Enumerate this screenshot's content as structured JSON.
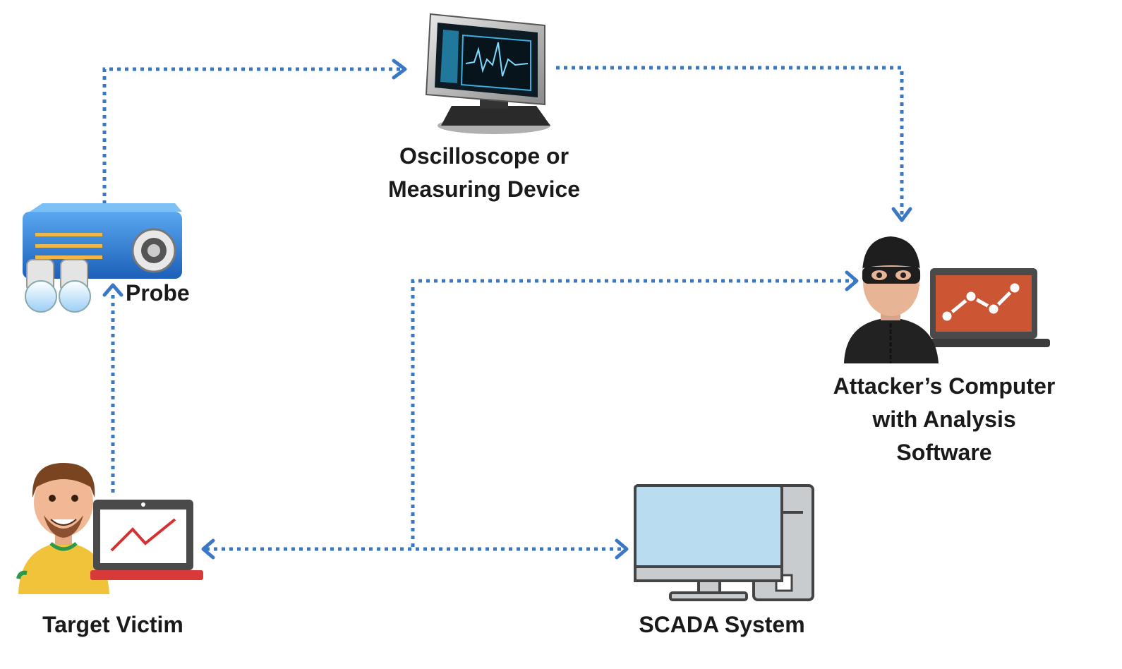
{
  "nodes": {
    "oscilloscope": {
      "label_line1": "Oscilloscope or",
      "label_line2": "Measuring Device"
    },
    "probe": {
      "label": "Probe"
    },
    "attacker": {
      "label_line1": "Attacker’s Computer",
      "label_line2": "with Analysis",
      "label_line3": "Software"
    },
    "victim": {
      "label": "Target Victim"
    },
    "scada": {
      "label": "SCADA System"
    }
  },
  "colors": {
    "connector": "#3a78c6",
    "text": "#1a1a1a",
    "probe_body": "#2f7fd8",
    "screen_blue": "#b9dcf0",
    "attacker_screen": "#cc5533",
    "victim_shirt": "#f0c33a"
  },
  "icons": {
    "oscilloscope": "oscilloscope-monitor-icon",
    "probe": "probe-device-icon",
    "attacker": "hacker-laptop-icon",
    "victim": "person-laptop-icon",
    "scada": "desktop-computer-icon"
  }
}
